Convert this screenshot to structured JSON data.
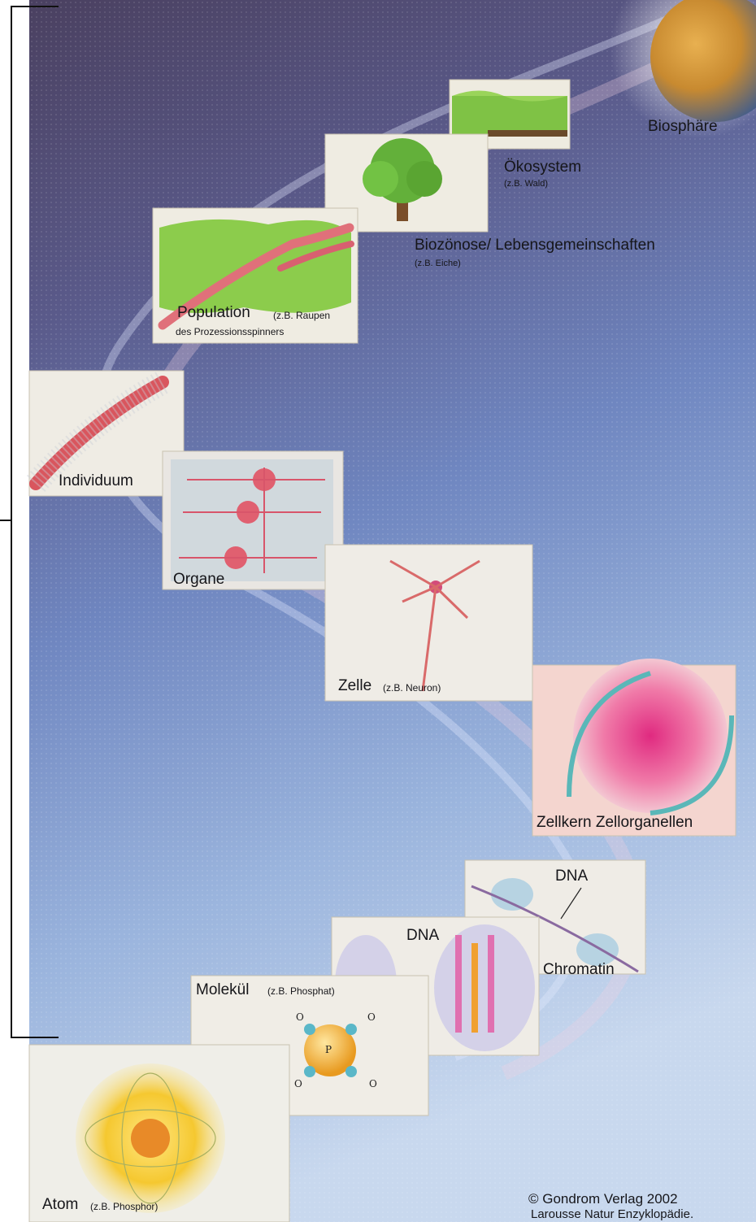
{
  "levels": {
    "biosphere": "Biosphäre",
    "ecosystem": "Ökosystem",
    "ecosystem_example": "(z.B. Wald)",
    "biocenosis": "Biozönose/ Lebensgemeinschaften",
    "biocenosis_example": "(z.B. Eiche)",
    "population": "Population",
    "population_example_1": "(z.B. Raupen",
    "population_example_2": "des Prozessionsspinners",
    "individual": "Individuum",
    "organs": "Organe",
    "cell": "Zelle",
    "cell_example": "(z.B. Neuron)",
    "nucleus_organelles": "Zellkern Zellorganellen",
    "dna_upper": "DNA",
    "chromatin": "Chromatin",
    "dna_lower": "DNA",
    "molecule": "Molekül",
    "molecule_example": "(z.B. Phosphat)",
    "atom": "Atom",
    "atom_example": "(z.B. Phosphor)"
  },
  "molecule_figure": {
    "center_symbol": "P",
    "oxygen": "O"
  },
  "credits": {
    "line1": "© Gondrom Verlag 2002",
    "line2": "Larousse Natur Enzyklopädie."
  }
}
